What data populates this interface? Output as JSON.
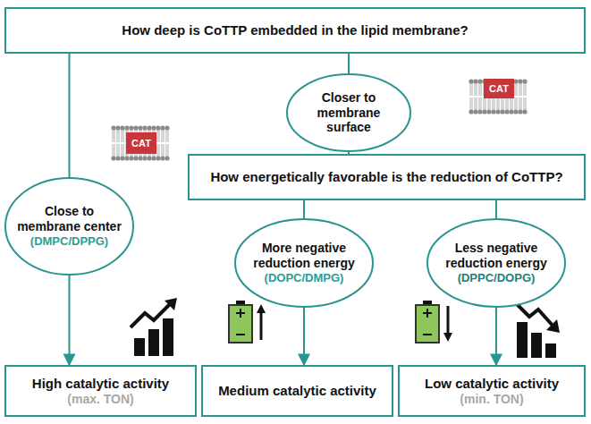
{
  "diagram": {
    "nodes": [
      {
        "text": [
          "How deep is CoTTP embedded in the lipid membrane?"
        ]
      },
      {
        "text": [
          "Close to membrane center",
          "(DMPC/DPPG)"
        ]
      },
      {
        "text": [
          "Closer to membrane surface"
        ]
      },
      {
        "text": [
          "How energetically favorable is the reduction of CoTTP?"
        ]
      },
      {
        "text": [
          "More negative reduction energy",
          "(DOPC/DMPG)"
        ]
      },
      {
        "text": [
          "Less negative reduction energy",
          "(DPPC/DOPG)"
        ]
      },
      {
        "text": [
          "High catalytic activity",
          "(max. TON)"
        ]
      },
      {
        "text": [
          "Medium catalytic activity"
        ]
      },
      {
        "text": [
          "Low catalytic activity",
          "(min. TON)"
        ]
      }
    ],
    "edges": [
      {
        "from": 0,
        "to": 1,
        "arrow": "none"
      },
      {
        "from": 0,
        "to": 2,
        "arrow": "none"
      },
      {
        "from": 2,
        "to": 3,
        "arrow": "none"
      },
      {
        "from": 3,
        "to": 4,
        "arrow": "none"
      },
      {
        "from": 3,
        "to": 5,
        "arrow": "none"
      },
      {
        "from": 1,
        "to": 6,
        "arrow": "to"
      },
      {
        "from": 4,
        "to": 7,
        "arrow": "to"
      },
      {
        "from": 5,
        "to": 8,
        "arrow": "to"
      }
    ],
    "labels": [
      "CAT",
      "CAT"
    ]
  }
}
